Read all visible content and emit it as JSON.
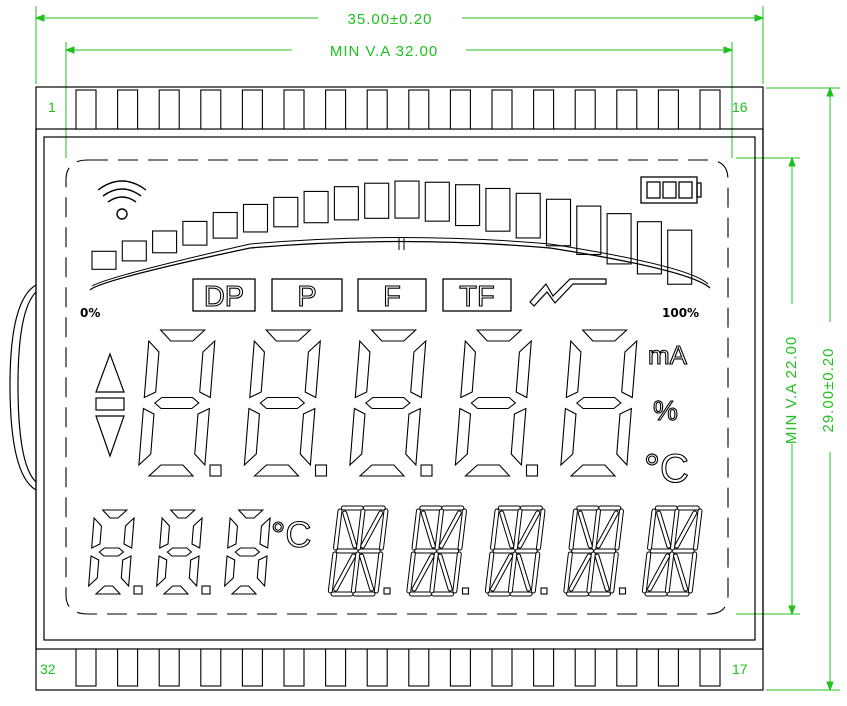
{
  "dimensions": {
    "overall_width": "35.00±0.20",
    "viewing_width": "MIN  V.A  32.00",
    "viewing_height": "MIN  V.A  22.00",
    "overall_height": "29.00±0.20"
  },
  "pins": {
    "top_left": "1",
    "top_right": "16",
    "bottom_left": "32",
    "bottom_right": "17",
    "top_count": 16,
    "bottom_count": 16
  },
  "lcd": {
    "scale_min": "0%",
    "scale_max": "100%",
    "bar_count": 20,
    "mode_labels": [
      "DP",
      "P",
      "F",
      "TF"
    ],
    "units_main": [
      "mA",
      "%",
      "°C"
    ],
    "unit_small": "°C",
    "main_digits": 5,
    "small_digits": 3,
    "alpha_chars": 5
  },
  "icons": [
    "wifi-icon",
    "battery-icon",
    "trend-icon",
    "up-arrow-icon",
    "down-arrow-icon"
  ],
  "colors": {
    "dimension": "#1fc01f",
    "outline": "#000000"
  }
}
